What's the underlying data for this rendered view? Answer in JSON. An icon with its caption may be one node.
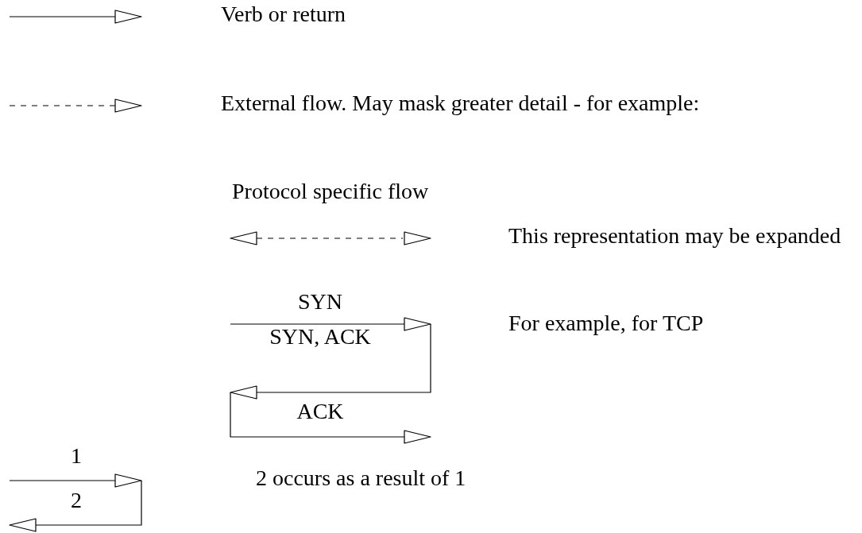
{
  "diagram": {
    "labels": [
      "Protocol specific flow",
      "This representation may be expanded",
      "SYN",
      "SYN, ACK",
      "For example, for TCP",
      "ACK",
      "1",
      "2",
      "2 occurs as a result of 1"
    ],
    "legend": [
      {
        "text": "Verb or return"
      },
      {
        "text": "External flow. May mask greater detail - for example:"
      }
    ]
  }
}
